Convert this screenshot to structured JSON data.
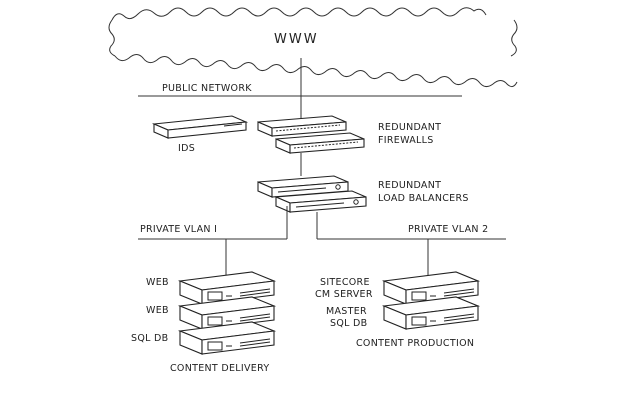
{
  "cloud": {
    "label": "WWW"
  },
  "networks": {
    "public": "PUBLIC NETWORK",
    "vlan1": "PRIVATE VLAN I",
    "vlan2": "PRIVATE VLAN 2"
  },
  "devices": {
    "ids": "IDS",
    "firewalls_line1": "REDUNDANT",
    "firewalls_line2": "FIREWALLS",
    "lb_line1": "REDUNDANT",
    "lb_line2": "LOAD BALANCERS"
  },
  "delivery": {
    "web1": "WEB",
    "web2": "WEB",
    "sqldb": "SQL DB",
    "caption": "CONTENT DELIVERY"
  },
  "production": {
    "cm_line1": "SITECORE",
    "cm_line2": "CM SERVER",
    "master_line1": "MASTER",
    "master_line2": "SQL DB",
    "caption": "CONTENT PRODUCTION"
  }
}
